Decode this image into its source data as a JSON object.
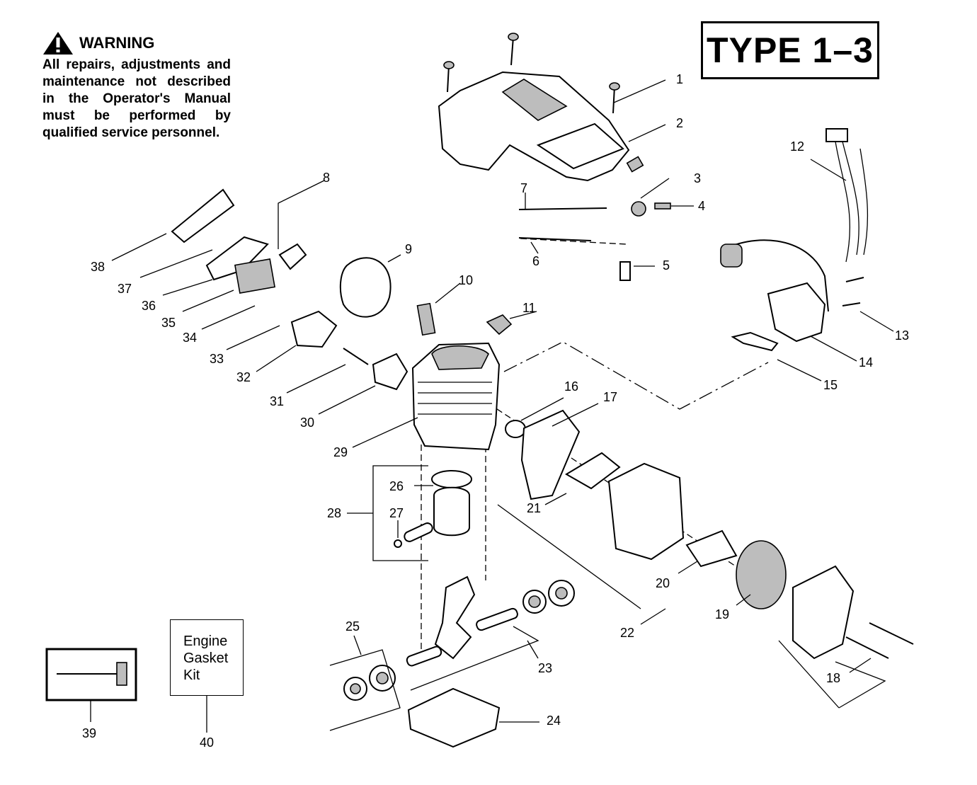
{
  "warning": {
    "title": "WARNING",
    "body": "All repairs, adjustments and maintenance not described in the Operator's Manual must be performed by qualified service personnel."
  },
  "type_label": "TYPE 1–3",
  "kit_label": [
    "Engine",
    "Gasket",
    "Kit"
  ],
  "callouts": [
    "1",
    "2",
    "3",
    "4",
    "5",
    "6",
    "7",
    "8",
    "9",
    "10",
    "11",
    "12",
    "13",
    "14",
    "15",
    "16",
    "17",
    "18",
    "19",
    "20",
    "21",
    "22",
    "23",
    "24",
    "25",
    "26",
    "27",
    "28",
    "29",
    "30",
    "31",
    "32",
    "33",
    "34",
    "35",
    "36",
    "37",
    "38",
    "39",
    "40"
  ],
  "icons": [
    "warning-triangle-icon"
  ]
}
